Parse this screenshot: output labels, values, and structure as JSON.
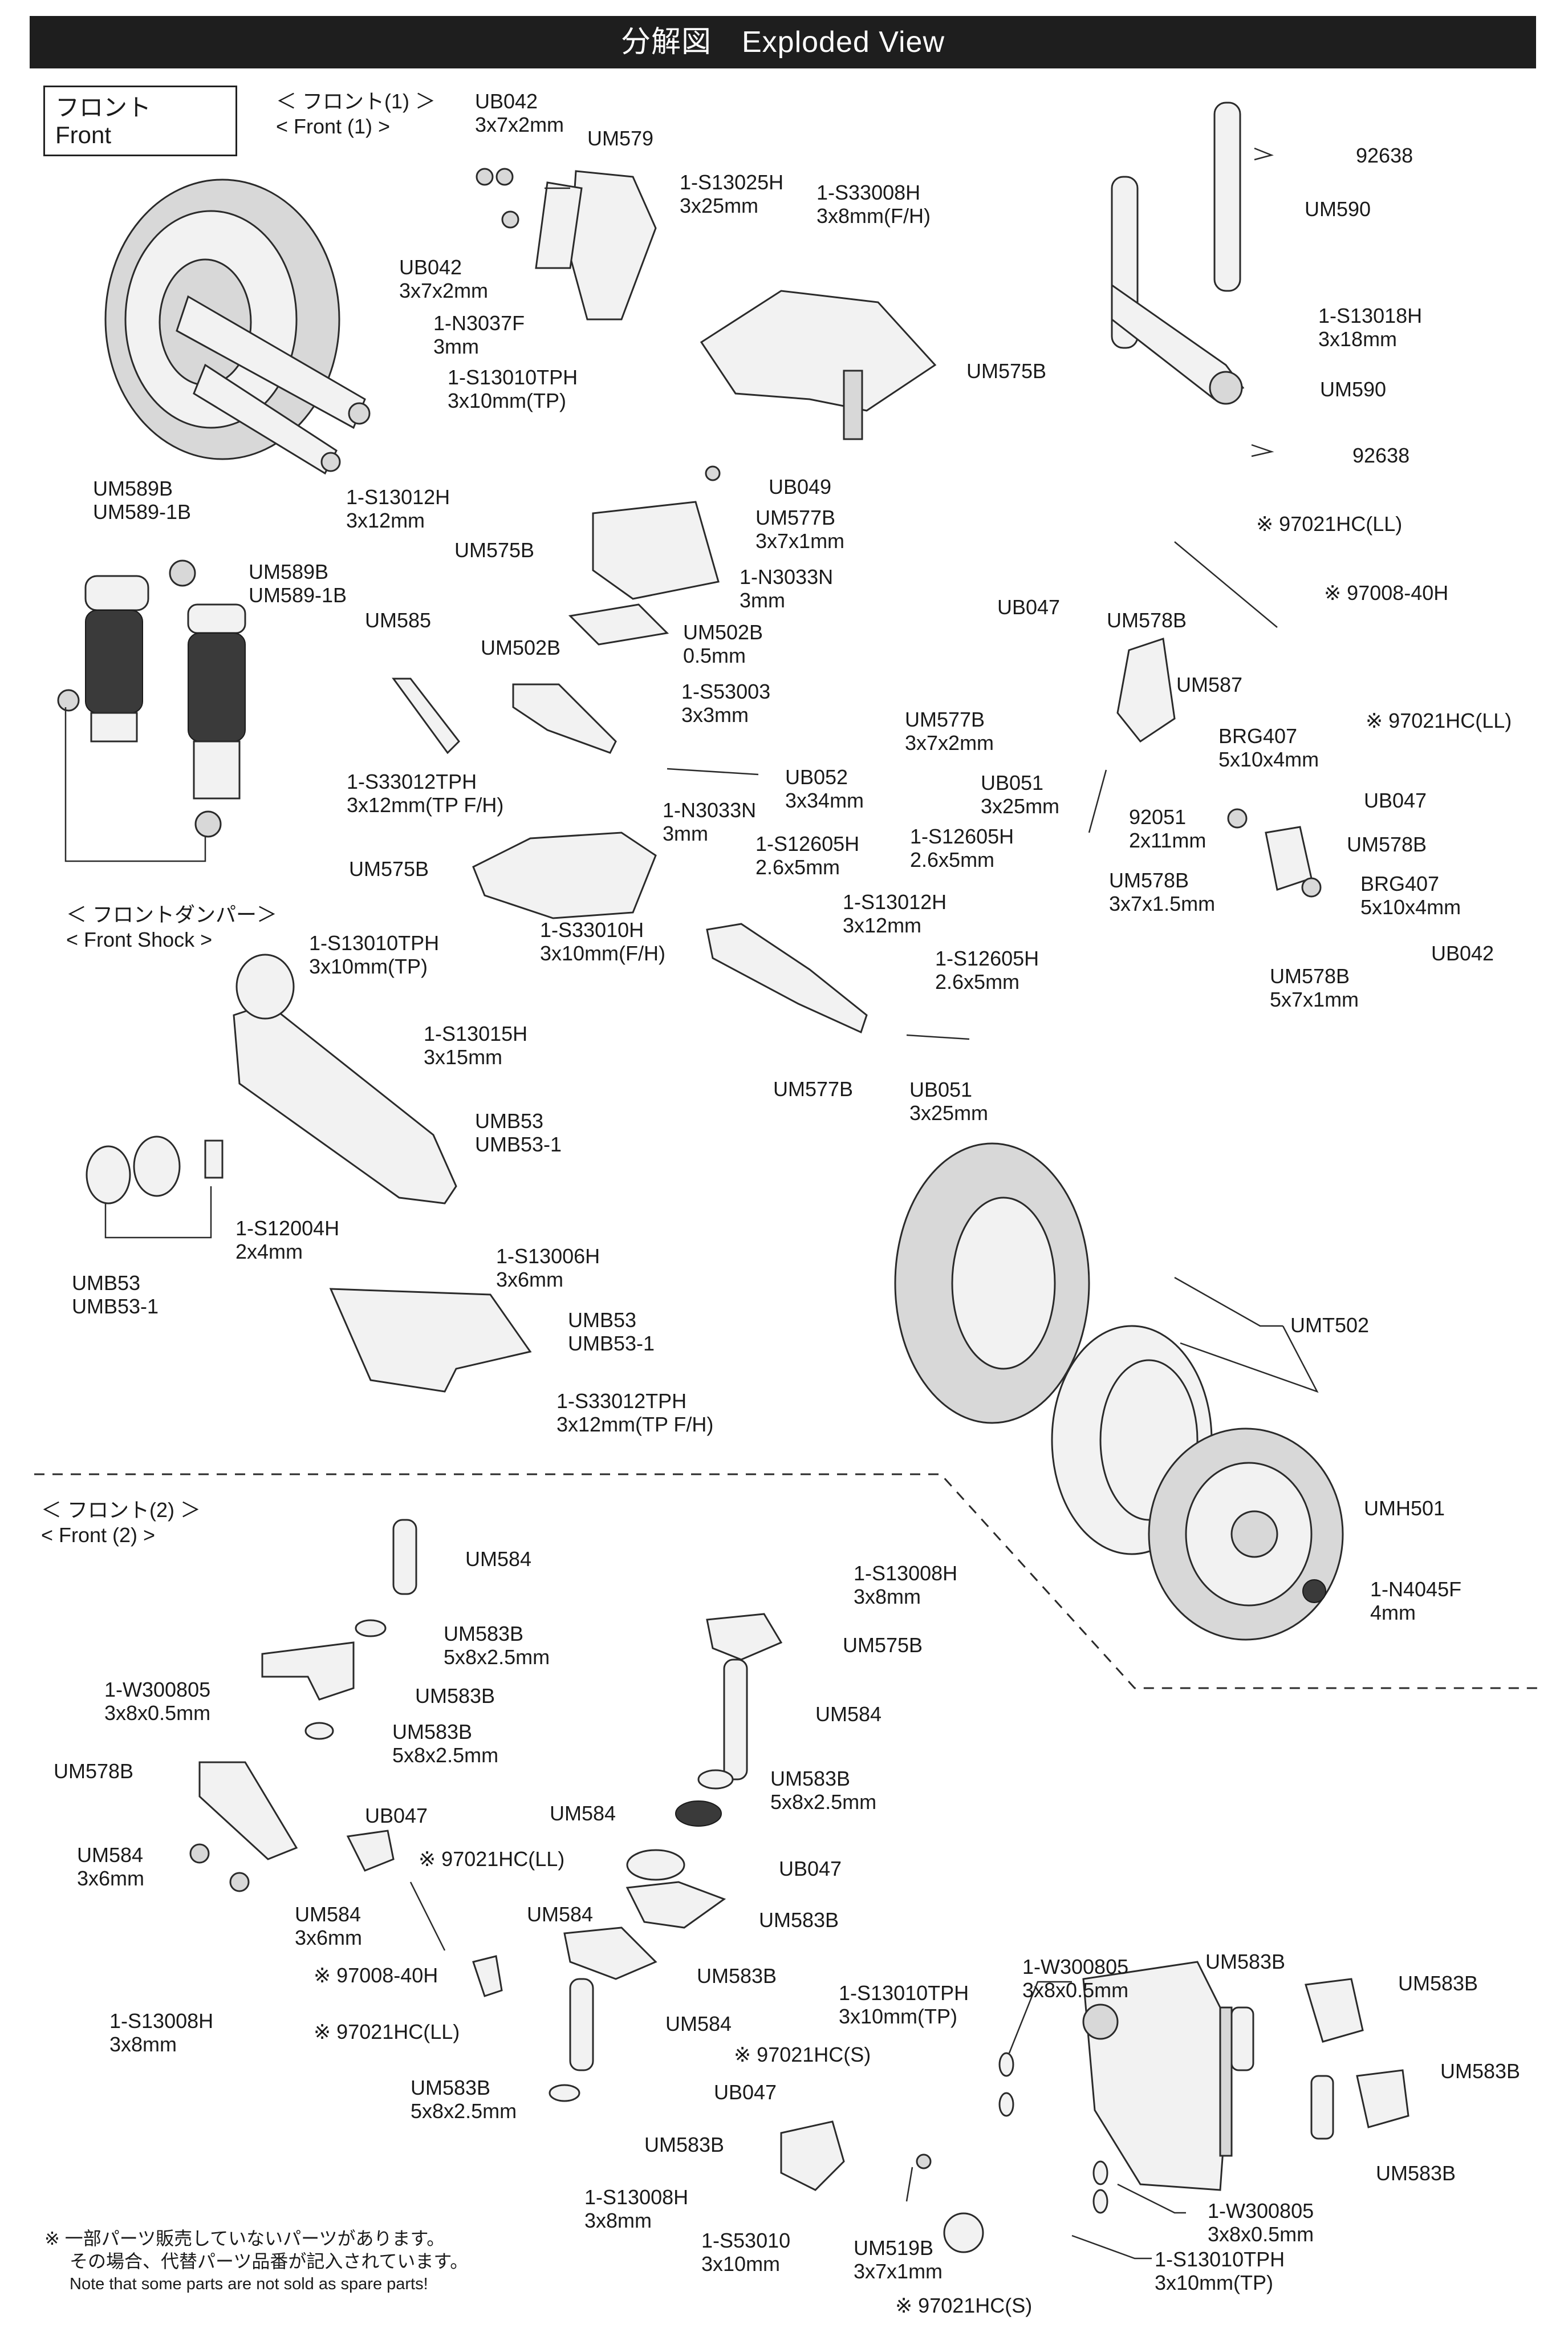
{
  "header": {
    "title": "分解図　Exploded View"
  },
  "section_box": {
    "jp": "フロント",
    "en": "Front"
  },
  "sections": {
    "front1": {
      "jp": "＜ フロント(1) ＞",
      "en": "< Front (1) >"
    },
    "front_shock": {
      "jp": "＜ フロントダンパー＞",
      "en": "< Front Shock >"
    },
    "front2": {
      "jp": "＜ フロント(2) ＞",
      "en": "< Front (2) >"
    }
  },
  "labels": [
    {
      "id": "ub042-top",
      "lines": [
        "UB042",
        "3x7x2mm"
      ]
    },
    {
      "id": "um579",
      "lines": [
        "UM579"
      ]
    },
    {
      "id": "ub042-mid",
      "lines": [
        "UB042",
        "3x7x2mm"
      ]
    },
    {
      "id": "n3037f",
      "lines": [
        "1-N3037F",
        "3mm"
      ]
    },
    {
      "id": "s13010tph-a",
      "lines": [
        "1-S13010TPH",
        "3x10mm(TP)"
      ]
    },
    {
      "id": "s13025h",
      "lines": [
        "1-S13025H",
        "3x25mm"
      ]
    },
    {
      "id": "s33008h",
      "lines": [
        "1-S33008H",
        "3x8mm(F/H)"
      ]
    },
    {
      "id": "um575b-a",
      "lines": [
        "UM575B"
      ]
    },
    {
      "id": "s13012h-a",
      "lines": [
        "1-S13012H",
        "3x12mm"
      ]
    },
    {
      "id": "um589b-a",
      "lines": [
        "UM589B",
        "UM589-1B"
      ]
    },
    {
      "id": "um589b-b",
      "lines": [
        "UM589B",
        "UM589-1B"
      ]
    },
    {
      "id": "ub049",
      "lines": [
        "UB049"
      ]
    },
    {
      "id": "um577b-a",
      "lines": [
        "UM577B",
        "3x7x1mm"
      ]
    },
    {
      "id": "um575b-b",
      "lines": [
        "UM575B"
      ]
    },
    {
      "id": "n3033n-a",
      "lines": [
        "1-N3033N",
        "3mm"
      ]
    },
    {
      "id": "um502b-a",
      "lines": [
        "UM502B",
        "0.5mm"
      ]
    },
    {
      "id": "um585",
      "lines": [
        "UM585"
      ]
    },
    {
      "id": "um502b-b",
      "lines": [
        "UM502B"
      ]
    },
    {
      "id": "s53003",
      "lines": [
        "1-S53003",
        "3x3mm"
      ]
    },
    {
      "id": "s33012tph-a",
      "lines": [
        "1-S33012TPH",
        "3x12mm(TP F/H)"
      ]
    },
    {
      "id": "ub052",
      "lines": [
        "UB052",
        "3x34mm"
      ]
    },
    {
      "id": "n3033n-b",
      "lines": [
        "1-N3033N",
        "3mm"
      ]
    },
    {
      "id": "um575b-c",
      "lines": [
        "UM575B"
      ]
    },
    {
      "id": "s33010h",
      "lines": [
        "1-S33010H",
        "3x10mm(F/H)"
      ]
    },
    {
      "id": "s12605h-a",
      "lines": [
        "1-S12605H",
        "2.6x5mm"
      ]
    },
    {
      "id": "s13012h-b",
      "lines": [
        "1-S13012H",
        "3x12mm"
      ]
    },
    {
      "id": "s12605h-b",
      "lines": [
        "1-S12605H",
        "2.6x5mm"
      ]
    },
    {
      "id": "um577b-b",
      "lines": [
        "UM577B"
      ]
    },
    {
      "id": "ub051-a",
      "lines": [
        "UB051",
        "3x25mm"
      ]
    },
    {
      "id": "s13010tph-b",
      "lines": [
        "1-S13010TPH",
        "3x10mm(TP)"
      ]
    },
    {
      "id": "s13015h",
      "lines": [
        "1-S13015H",
        "3x15mm"
      ]
    },
    {
      "id": "umb53-a",
      "lines": [
        "UMB53",
        "UMB53-1"
      ]
    },
    {
      "id": "s12004h",
      "lines": [
        "1-S12004H",
        "2x4mm"
      ]
    },
    {
      "id": "umb53-b",
      "lines": [
        "UMB53",
        "UMB53-1"
      ]
    },
    {
      "id": "s13006h",
      "lines": [
        "1-S13006H",
        "3x6mm"
      ]
    },
    {
      "id": "umb53-c",
      "lines": [
        "UMB53",
        "UMB53-1"
      ]
    },
    {
      "id": "s33012tph-b",
      "lines": [
        "1-S33012TPH",
        "3x12mm(TP F/H)"
      ]
    },
    {
      "id": "r92638-a",
      "lines": [
        "92638"
      ]
    },
    {
      "id": "um590-a",
      "lines": [
        "UM590"
      ]
    },
    {
      "id": "s13018h",
      "lines": [
        "1-S13018H",
        "3x18mm"
      ]
    },
    {
      "id": "um590-b",
      "lines": [
        "UM590"
      ]
    },
    {
      "id": "r92638-b",
      "lines": [
        "92638"
      ]
    },
    {
      "id": "r97021hc-a",
      "lines": [
        "※ 97021HC(LL)"
      ]
    },
    {
      "id": "r97008-a",
      "lines": [
        "※ 97008-40H"
      ]
    },
    {
      "id": "ub047-a",
      "lines": [
        "UB047"
      ]
    },
    {
      "id": "um578b-a",
      "lines": [
        "UM578B"
      ]
    },
    {
      "id": "um587",
      "lines": [
        "UM587"
      ]
    },
    {
      "id": "r97021hc-b",
      "lines": [
        "※ 97021HC(LL)"
      ]
    },
    {
      "id": "um577b-c",
      "lines": [
        "UM577B",
        "3x7x2mm"
      ]
    },
    {
      "id": "brg407-a",
      "lines": [
        "BRG407",
        "5x10x4mm"
      ]
    },
    {
      "id": "ub051-b",
      "lines": [
        "UB051",
        "3x25mm"
      ]
    },
    {
      "id": "ub047-b",
      "lines": [
        "UB047"
      ]
    },
    {
      "id": "s12605h-c",
      "lines": [
        "1-S12605H",
        "2.6x5mm"
      ]
    },
    {
      "id": "r92051",
      "lines": [
        "92051",
        "2x11mm"
      ]
    },
    {
      "id": "um578b-b",
      "lines": [
        "UM578B"
      ]
    },
    {
      "id": "um578b-c",
      "lines": [
        "UM578B",
        "3x7x1.5mm"
      ]
    },
    {
      "id": "brg407-b",
      "lines": [
        "BRG407",
        "5x10x4mm"
      ]
    },
    {
      "id": "um578b-d",
      "lines": [
        "UM578B",
        "5x7x1mm"
      ]
    },
    {
      "id": "ub042-c",
      "lines": [
        "UB042"
      ]
    },
    {
      "id": "umt502",
      "lines": [
        "UMT502"
      ]
    },
    {
      "id": "umh501",
      "lines": [
        "UMH501"
      ]
    },
    {
      "id": "n4045f",
      "lines": [
        "1-N4045F",
        "4mm"
      ]
    },
    {
      "id": "um584-a",
      "lines": [
        "UM584"
      ]
    },
    {
      "id": "um583b-a",
      "lines": [
        "UM583B",
        "5x8x2.5mm"
      ]
    },
    {
      "id": "w300805-a",
      "lines": [
        "1-W300805",
        "3x8x0.5mm"
      ]
    },
    {
      "id": "um583b-b",
      "lines": [
        "UM583B"
      ]
    },
    {
      "id": "um583b-c",
      "lines": [
        "UM583B",
        "5x8x2.5mm"
      ]
    },
    {
      "id": "um578b-e",
      "lines": [
        "UM578B"
      ]
    },
    {
      "id": "ub047-c",
      "lines": [
        "UB047"
      ]
    },
    {
      "id": "um584-b",
      "lines": [
        "UM584",
        "3x6mm"
      ]
    },
    {
      "id": "r97021hc-c",
      "lines": [
        "※ 97021HC(LL)"
      ]
    },
    {
      "id": "um584-c",
      "lines": [
        "UM584",
        "3x6mm"
      ]
    },
    {
      "id": "r97008-b",
      "lines": [
        "※ 97008-40H"
      ]
    },
    {
      "id": "s13008h-a",
      "lines": [
        "1-S13008H",
        "3x8mm"
      ]
    },
    {
      "id": "r97021hc-d",
      "lines": [
        "※ 97021HC(LL)"
      ]
    },
    {
      "id": "s13008h-b",
      "lines": [
        "1-S13008H",
        "3x8mm"
      ]
    },
    {
      "id": "um575b-d",
      "lines": [
        "UM575B"
      ]
    },
    {
      "id": "um584-d",
      "lines": [
        "UM584"
      ]
    },
    {
      "id": "um583b-d",
      "lines": [
        "UM583B",
        "5x8x2.5mm"
      ]
    },
    {
      "id": "um584-e",
      "lines": [
        "UM584"
      ]
    },
    {
      "id": "ub047-d",
      "lines": [
        "UB047"
      ]
    },
    {
      "id": "um584-f",
      "lines": [
        "UM584"
      ]
    },
    {
      "id": "um583b-e",
      "lines": [
        "UM583B"
      ]
    },
    {
      "id": "um583b-f",
      "lines": [
        "UM583B"
      ]
    },
    {
      "id": "um584-g",
      "lines": [
        "UM584"
      ]
    },
    {
      "id": "um583b-g",
      "lines": [
        "UM583B",
        "5x8x2.5mm"
      ]
    },
    {
      "id": "s13010tph-c",
      "lines": [
        "1-S13010TPH",
        "3x10mm(TP)"
      ]
    },
    {
      "id": "w300805-b",
      "lines": [
        "1-W300805",
        "3x8x0.5mm"
      ]
    },
    {
      "id": "um583b-h",
      "lines": [
        "UM583B"
      ]
    },
    {
      "id": "um583b-i",
      "lines": [
        "UM583B"
      ]
    },
    {
      "id": "r97021hc-s-a",
      "lines": [
        "※ 97021HC(S)"
      ]
    },
    {
      "id": "um583b-j",
      "lines": [
        "UM583B"
      ]
    },
    {
      "id": "ub047-e",
      "lines": [
        "UB047"
      ]
    },
    {
      "id": "um583b-k",
      "lines": [
        "UM583B"
      ]
    },
    {
      "id": "um583b-l",
      "lines": [
        "UM583B"
      ]
    },
    {
      "id": "s13008h-c",
      "lines": [
        "1-S13008H",
        "3x8mm"
      ]
    },
    {
      "id": "w300805-c",
      "lines": [
        "1-W300805",
        "3x8x0.5mm"
      ]
    },
    {
      "id": "s53010",
      "lines": [
        "1-S53010",
        "3x10mm"
      ]
    },
    {
      "id": "um519b",
      "lines": [
        "UM519B",
        "3x7x1mm"
      ]
    },
    {
      "id": "s13010tph-d",
      "lines": [
        "1-S13010TPH",
        "3x10mm(TP)"
      ]
    },
    {
      "id": "r97021hc-s-b",
      "lines": [
        "※ 97021HC(S)"
      ]
    }
  ],
  "note": {
    "jp1": "※ 一部パーツ販売していないパーツがあります。",
    "jp2": "その場合、代替パーツ品番が記入されています。",
    "en": "Note that some parts are not sold as spare parts!"
  }
}
